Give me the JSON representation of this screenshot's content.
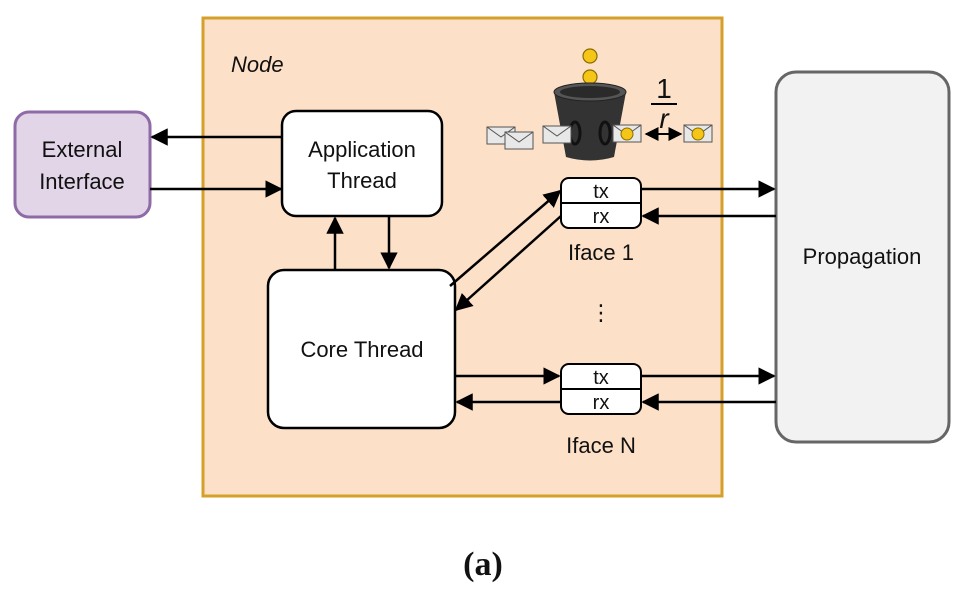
{
  "node": {
    "label": "Node",
    "fill": "#fde0c8",
    "stroke": "#d4a02a"
  },
  "external_interface": {
    "line1": "External",
    "line2": "Interface",
    "fill": "#e2d5e8",
    "stroke": "#8e6aa6"
  },
  "application_thread": {
    "line1": "Application",
    "line2": "Thread"
  },
  "core_thread": {
    "label": "Core Thread"
  },
  "propagation": {
    "label": "Propagation",
    "fill": "#f2f2f2",
    "stroke": "#666666"
  },
  "iface_1": {
    "tx": "tx",
    "rx": "rx",
    "label": "Iface 1"
  },
  "iface_n": {
    "tx": "tx",
    "rx": "rx",
    "label": "Iface N"
  },
  "ellipsis": "⋮",
  "rate": {
    "numerator": "1",
    "denominator": "r"
  },
  "token_bucket": {
    "token_color": "#f5c518",
    "bucket_color": "#333333"
  },
  "caption": "(a)"
}
